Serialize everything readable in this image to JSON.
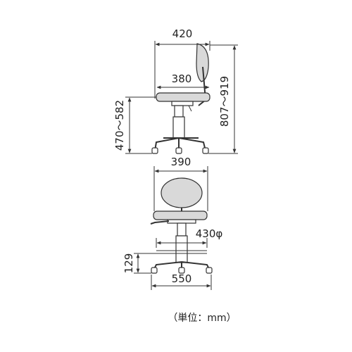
{
  "side_view": {
    "dim_total_width": "420",
    "dim_seat_width": "380",
    "dim_seat_height": "470～582",
    "dim_total_height": "807～919"
  },
  "front_view": {
    "dim_back_width": "390",
    "dim_ring_diameter": "430φ",
    "dim_ring_height": "129",
    "dim_base_width": "550"
  },
  "unit_note": "（単位：mm）"
}
